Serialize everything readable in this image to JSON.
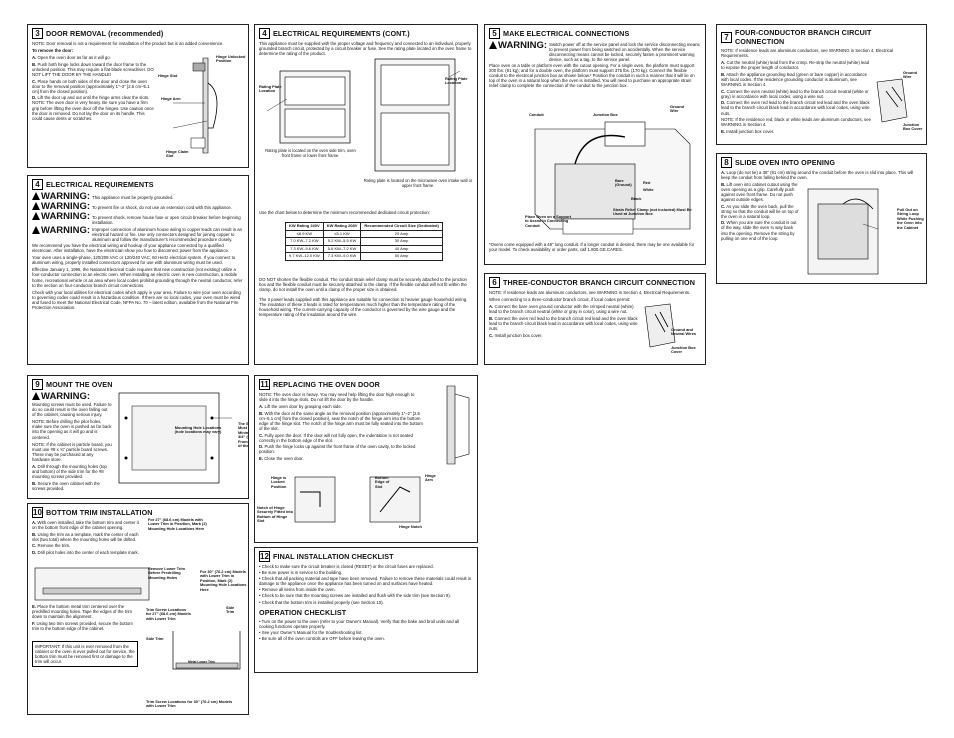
{
  "s3": {
    "num": "3",
    "title": "DOOR REMOVAL (recommended)",
    "note": "NOTE: Door removal is not a requirement for installation of the product but is an added convenience.",
    "subtitle": "To remove the door:",
    "steps": [
      {
        "k": "A.",
        "t": "Open the oven door as far as it will go."
      },
      {
        "k": "B.",
        "t": "Push both hinge locks down toward the door frame to the unlocked position. This may require a flat-blade screwdriver. DO NOT LIFT THE DOOR BY THE HANDLE!"
      },
      {
        "k": "C.",
        "t": "Place hands on both sides of the door and close the oven door to the removal position (approximately 1\"–2\" [2.5 cm–5.1 cm] from the closed position)."
      },
      {
        "k": "D.",
        "t": "Lift the door up and out until the hinge arms clear the slots. NOTE: The oven door is very heavy. Be sure you have a firm grip before lifting the oven door off the hinges. Use caution once the door is removed. Do not lay the door on its handle. This could cause dents or scratches."
      }
    ],
    "labels": {
      "unlocked": "Hinge Unlocked Position",
      "slot": "Hinge Slot",
      "arm": "Hinge Arm",
      "claim": "Hinge Claim Slot"
    }
  },
  "s4a": {
    "num": "4",
    "title": "ELECTRICAL REQUIREMENTS",
    "warn1": "This appliance must be properly grounded.",
    "warn2": "To prevent fire or shock, do not use an extension cord with this appliance.",
    "warn3": "To prevent shock, remove house fuse or open circuit breaker before beginning installation.",
    "warn4": "Improper connection of aluminum house wiring to copper leads can result in an electrical hazard or fire. Use only connectors designed for joining copper to aluminum and follow the manufacturer's recommended procedure closely.",
    "warn_word": "WARNING:",
    "p1": "We recommend you have the electrical wiring and hookup of your appliance connected by a qualified electrician. After installation, have the electrician show you how to disconnect power from the appliance.",
    "p2": "Your oven uses a single-phase, 120/208 VAC or 120/240 VAC, 60 Hertz electrical system. If you connect to aluminum wiring, properly installed connectors approved for use with aluminum wiring must be used.",
    "p3": "Effective January 1, 1996, the National Electrical Code requires that new construction (not existing) utilize a four-conductor connection to an electric oven. When installing an electric oven in new construction, a mobile home, recreational vehicle or an area where local codes prohibit grounding through the neutral conductor, refer to the section on four-conductor branch circuit connections.",
    "p4": "Check with your local utilities for electrical codes which apply in your area. Failure to wire your oven according to governing codes could result in a hazardous condition. If there are no local codes, your oven must be wired and fused to meet the National Electrical Code, NFPA No. 70 – latest edition, available from the National Fire Protection Association."
  },
  "s4b": {
    "num": "4",
    "title": "ELECTRICAL REQUIREMENTS (CONT.)",
    "intro": "This appliance must be supplied with the proper voltage and frequency and connected to an individual, properly grounded branch circuit, protected by a circuit breaker or fuse. See the rating plate located on the oven frame to determine the rating of the product.",
    "rp1": "Rating Plate Location",
    "rp2": "Rating Plate Location",
    "cap1": "Rating plate is located on the oven side trim, oven front frame or lower front frame.",
    "cap2": "Rating plate is located on the microwave oven intake wall or upper front frame.",
    "chart_intro": "Use the chart below to determine the minimum recommended dedicated circuit protection:",
    "table_head": [
      "KW Rating 240V",
      "KW Rating 208V",
      "Recommended Circuit Size (Dedicated)"
    ],
    "table_rows": [
      [
        "≤6.9 KW",
        "≤5.1 KW",
        "20 Amp"
      ],
      [
        "7.0 KW–7.2 KW",
        "5.2 KW–5.5 KW",
        "30 Amp"
      ],
      [
        "7.3 KW–9.6 KW",
        "5.6 KW–7.2 KW",
        "40 Amp"
      ],
      [
        "9.7 KW–12.0 KW",
        "7.3 KW–9.0 KW",
        "50 Amp"
      ]
    ],
    "p_cord": "DO NOT shorten the flexible conduit. The conduit strain relief clamp must be securely attached to the junction box and the flexible conduit must be securely attached to the clamp. If the flexible conduit will not fit within the clamp, do not install the oven until a clamp of the proper size is obtained.",
    "p_lead": "The 3 power leads supplied with this appliance are suitable for connection to heavier gauge household wiring. The insulation of these 3 leads is rated for temperatures much higher than the temperature rating of the household wiring. The current-carrying capacity of the conductor is governed by the wire gauge and the temperature rating of the insulation around the wire."
  },
  "s5": {
    "num": "5",
    "title": "MAKE ELECTRICAL CONNECTIONS",
    "warn": "Switch power off at the service panel and lock the service disconnecting means to prevent power from being switched on accidentally. When the service disconnecting means cannot be locked, securely fasten a prominent warning device, such as a tag, to the service panel.",
    "p1": "Place oven on a table or platform even with the cutout opening. For a single oven, the platform must support 200 lbs. (91 kg); and for a double oven, the platform must support 375 lbs. (170 kg). Connect the flexible conduit to the electrical junction box as shown below.* Position the conduit in such a manner that it will lie on top of the oven in a natural loop when the oven is installed. You will need to purchase an appropriate strain relief clamp to complete the connection of the conduit to the junction box.",
    "labels": {
      "jbox": "Junction Box",
      "conduit": "Conduit",
      "ground": "Ground Wire",
      "bare": "Bare (Ground)",
      "red": "Red",
      "white": "White",
      "black": "Black",
      "place": "Place Oven on a Support to Assist in Connecting Conduit",
      "strain": "Strain Relief Clamp (not included) Must Be Used at Junction Box"
    },
    "footnote": "*Ovens come equipped with a 48\" long conduit. If a longer conduit is desired, there may be one available for your model. To check availability or order parts, call 1.800.GE.CARES."
  },
  "s6": {
    "num": "6",
    "title": "THREE-CONDUCTOR BRANCH CIRCUIT CONNECTION",
    "note": "NOTE: If residence leads are aluminum conductors, see WARNING in Section 4, Electrical Requirements.",
    "p": "When connecting to a three-conductor branch circuit, if local codes permit:",
    "steps": [
      {
        "k": "A.",
        "t": "Connect the bare oven ground conductor with the crimped neutral (white) lead to the branch circuit neutral (white or gray in color), using a wire nut."
      },
      {
        "k": "B.",
        "t": "Connect the oven red lead to the branch circuit red lead and the oven black lead to the branch circuit black lead in accordance with local codes, using wire nuts."
      },
      {
        "k": "C.",
        "t": "Install junction box cover."
      }
    ],
    "labels": {
      "gn": "Ground and Neutral Wires",
      "cover": "Junction Box Cover"
    }
  },
  "s7": {
    "num": "7",
    "title": "FOUR-CONDUCTOR BRANCH CIRCUIT CONNECTION",
    "note": "NOTE: If residence leads are aluminum conductors, see WARNING in Section 4, Electrical Requirements.",
    "steps": [
      {
        "k": "A.",
        "t": "Cut the neutral (white) lead from the crimp. Re-strip the neutral (white) lead to expose the proper length of conductor."
      },
      {
        "k": "B.",
        "t": "Attach the appliance grounding lead (green or bare copper) in accordance with local codes. If the residence grounding conductor is aluminum, see WARNING in Section 4."
      },
      {
        "k": "C.",
        "t": "Connect the oven neutral (white) lead to the branch circuit neutral (white or gray) in accordance with local codes, using a wire nut."
      },
      {
        "k": "D.",
        "t": "Connect the oven red lead to the branch circuit red lead and the oven black lead to the branch circuit black lead in accordance with local codes, using wire nuts."
      }
    ],
    "note2": "NOTE: If the residence red, black or white leads are aluminum conductors, see WARNING in Section 4.",
    "stepE": {
      "k": "E.",
      "t": "Install junction box cover."
    },
    "labels": {
      "gw": "Ground Wire",
      "cover": "Junction Box Cover"
    }
  },
  "s8": {
    "num": "8",
    "title": "SLIDE OVEN INTO OPENING",
    "steps": [
      {
        "k": "A.",
        "t": "Loop (do not tie) a 36\" (91 cm) string around the conduit before the oven is slid into place. This will keep the conduit from falling behind the oven."
      },
      {
        "k": "B.",
        "t": "Lift oven into cabinet cutout using the oven opening as a grip. Carefully push against oven front frame. Do not push against outside edges."
      },
      {
        "k": "C.",
        "t": "As you slide the oven back, pull the string so that the conduit will lie on top of the oven in a natural loop."
      },
      {
        "k": "D.",
        "t": "When you are sure the conduit is out of the way, slide the oven ¾ way back into the opening. Remove the string by pulling on one end of the loop."
      }
    ],
    "label": "Pull Out on String Loop While Pushing the Oven into the Cabinet"
  },
  "s9": {
    "num": "9",
    "title": "MOUNT THE OVEN",
    "warn": "Mounting screws must be used. Failure to do so could result in the oven falling out of the cabinet, causing serious injury.",
    "note1": "NOTE: Before drilling the pilot holes, make sure the oven is pushed as far back into the opening as it will go and is centered.",
    "note2": "NOTE: If the cabinet is particle board, you must use #8 x ¾\" particle board screws. These may be purchased at any hardware store.",
    "steps": [
      {
        "k": "A.",
        "t": "Drill through the mounting holes (top and bottom) of the side trim for the #8 mounting screws provided."
      },
      {
        "k": "B.",
        "t": "Secure the oven cabinet with the screws provided."
      }
    ],
    "fig_center": "Mounting Hole Locations (hole locations may vary)",
    "fig_right": "The Screws Must Be a Minimum of 3/4\" (6 mm) From the Front of the Cutout."
  },
  "s10": {
    "num": "10",
    "title": "BOTTOM TRIM INSTALLATION",
    "steps1": [
      {
        "k": "A.",
        "t": "With oven installed, take the bottom trim and center it on the bottom front edge of the cabinet opening."
      },
      {
        "k": "B.",
        "t": "Using the trim as a template, mark the center of each slot (two total) where the mounting holes will be drilled."
      },
      {
        "k": "C.",
        "t": "Remove the trim."
      },
      {
        "k": "D.",
        "t": "Drill pilot holes into the center of each template mark."
      }
    ],
    "l1": "For 27\" (68.6 cm) Models with Lower Trim in Position, Mark (2) Mounting Hole Locations Here",
    "l2": "Remove Lower Trim Before Predrilling Mounting Holes",
    "l3": "For 30\" (76.2 cm) Models with Lower Trim in Position, Mark (2) Mounting Hole Locations Here",
    "steps2": [
      {
        "k": "E.",
        "t": "Place the bottom metal trim centered over the predrilled mounting holes. Tape the edges of the trim down to maintain the alignment."
      },
      {
        "k": "F.",
        "t": "Using two trim screws provided, secure the bottom trim to the bottom edge of the cabinet."
      }
    ],
    "l4": "Trim Screw Locations for 27\" (68.6 cm) Models with Lower Trim",
    "l5": "Side Trim",
    "l6": "Side Trim",
    "l7": "Metal Lower Trim",
    "important": "IMPORTANT: If this unit is ever removed from the cabinet or the oven is ever pulled out for service, the bottom trim must be removed first or damage to the trim will occur.",
    "l8": "Trim Screw Locations for 30\" (76.2 cm) Models with Lower Trim"
  },
  "s11": {
    "num": "11",
    "title": "REPLACING THE OVEN DOOR",
    "note": "NOTE: The oven door is heavy. You may need help lifting the door high enough to slide it into the hinge slots. Do not lift the door by the handle.",
    "steps": [
      {
        "k": "A.",
        "t": "Lift the oven door by grasping each side."
      },
      {
        "k": "B.",
        "t": "With the door at the same angle as the removal position (approximately 1\"–2\" [2.5 cm–5.1 cm] from the closed position), seat the notch of the hinge arm into the bottom edge of the hinge slot. The notch of the hinge arm must be fully seated into the bottom of the slot."
      },
      {
        "k": "C.",
        "t": "Fully open the door. If the door will not fully open, the indentation is not seated correctly in the bottom edge of the slot."
      },
      {
        "k": "D.",
        "t": "Push the hinge locks up against the front frame of the oven cavity, to the locked position."
      },
      {
        "k": "E.",
        "t": "Close the oven door."
      }
    ],
    "labels": {
      "locked": "Hinge is Locked Position",
      "edge": "Bottom Edge of Slot",
      "arm": "Hinge Arm",
      "notch": "Notch of Hinge Securely Fitted into Bottom of Hinge Slot",
      "hn": "Hinge Notch"
    }
  },
  "s12": {
    "num": "12",
    "title": "FINAL INSTALLATION CHECKLIST",
    "items": [
      "Check to make sure the circuit breaker is closed (RESET) or the circuit fuses are replaced.",
      "Be sure power is in service to the building.",
      "Check that all packing material and tape have been removed. Failure to remove these materials could result in damage to the appliance once the appliance has been turned on and surfaces have heated.",
      "Remove all items from inside the oven.",
      "Check to be sure that the mounting screws are installed and flush with the side trim (see Section 9).",
      "Check that the bottom trim is installed properly (see Section 10)."
    ],
    "op_title": "OPERATION CHECKLIST",
    "op_items": [
      "Turn on the power to the oven (refer to your Owner's Manual). Verify that the bake and broil units and all cooking functions operate properly.",
      "See your Owner's Manual for the troubleshooting list.",
      "Be sure all of the oven controls are OFF before leaving the oven."
    ]
  }
}
